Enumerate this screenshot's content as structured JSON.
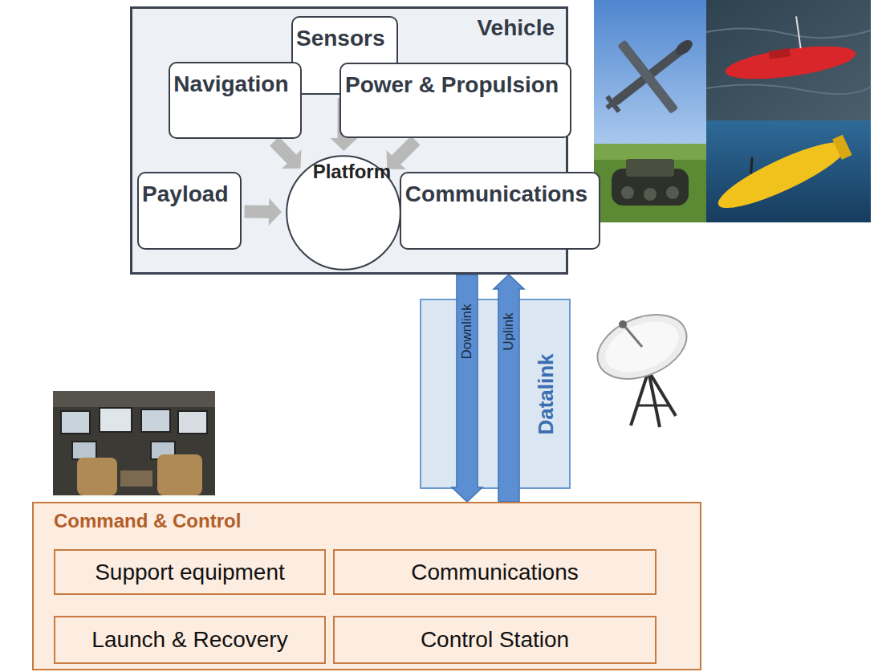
{
  "diagram": {
    "nodes": [
      {
        "text": [
          "Vehicle"
        ]
      },
      {
        "text": [
          "Sensors"
        ],
        "in": 0
      },
      {
        "text": [
          "Navigation"
        ],
        "in": 0
      },
      {
        "text": [
          "Power & Propulsion"
        ],
        "in": 0
      },
      {
        "text": [
          "Payload"
        ],
        "in": 0
      },
      {
        "text": [
          "Platform"
        ],
        "in": 0
      },
      {
        "text": [
          "Communications"
        ],
        "in": 0
      },
      {
        "text": [
          "Datalink"
        ]
      },
      {
        "text": [
          "Command & Control"
        ]
      },
      {
        "text": [
          "Support equipment"
        ],
        "in": 8
      },
      {
        "text": [
          "Communications"
        ],
        "in": 8
      },
      {
        "text": [
          "Launch & Recovery"
        ],
        "in": 8
      },
      {
        "text": [
          "Control Station"
        ],
        "in": 8
      }
    ],
    "edges": [
      {
        "from": 1,
        "to": 5,
        "arrow": "to"
      },
      {
        "from": 2,
        "to": 5,
        "arrow": "to"
      },
      {
        "from": 3,
        "to": 5,
        "arrow": "to"
      },
      {
        "from": 4,
        "to": 5,
        "arrow": "to"
      },
      {
        "from": 6,
        "to": 5,
        "arrow": "to"
      },
      {
        "from": 0,
        "to": 8,
        "arrow": "to",
        "label": "Downlink"
      },
      {
        "from": 8,
        "to": 0,
        "arrow": "to",
        "label": "Uplink"
      }
    ]
  }
}
